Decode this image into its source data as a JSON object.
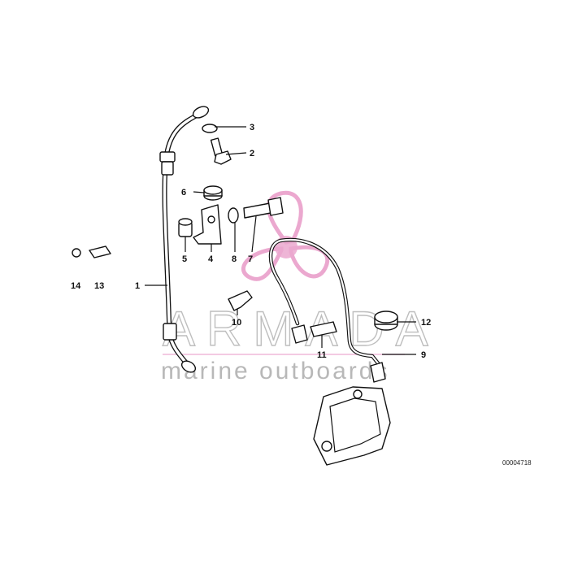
{
  "callouts": {
    "c1": "1",
    "c2": "2",
    "c3": "3",
    "c4": "4",
    "c5": "5",
    "c6": "6",
    "c7": "7",
    "c8": "8",
    "c9": "9",
    "c10": "10",
    "c11": "11",
    "c12": "12",
    "c13": "13",
    "c14": "14"
  },
  "watermark": {
    "brand": "ARMADA",
    "tagline": "marine outboards",
    "logo_color": "#e58bbf"
  },
  "diagram_ref": "00004718"
}
